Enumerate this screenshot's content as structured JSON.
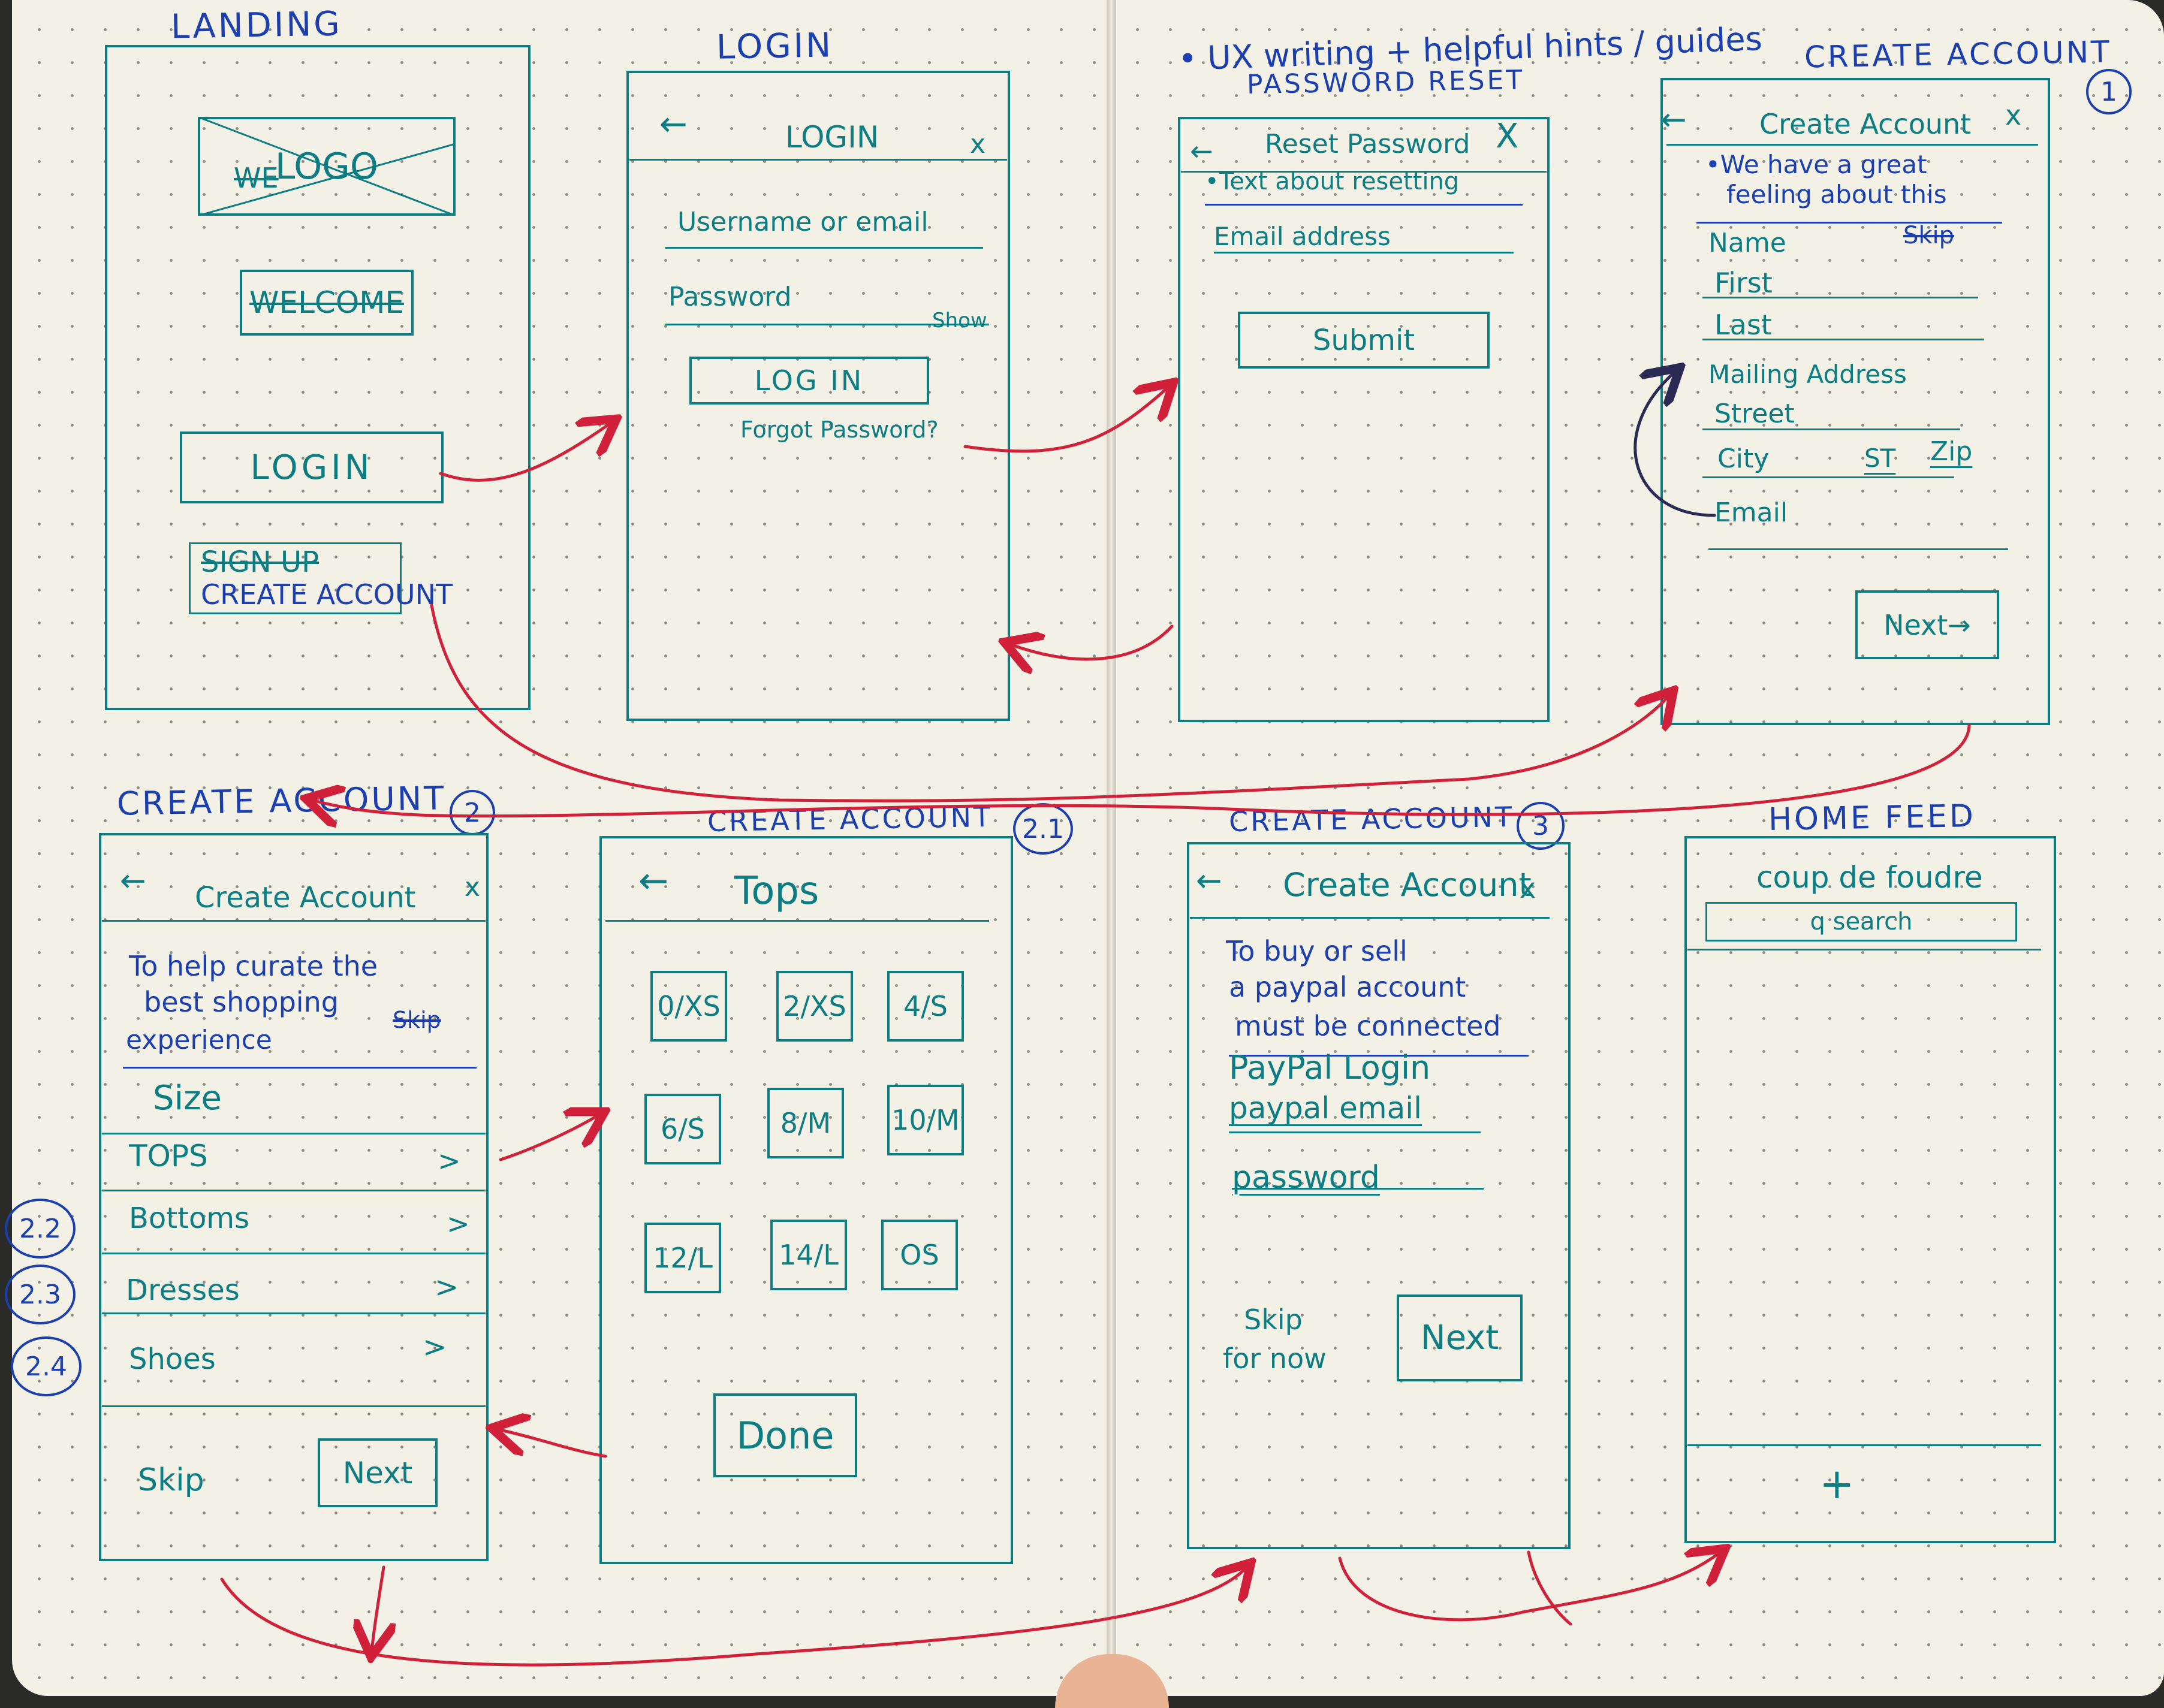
{
  "top_note": "• UX writing + helpful hints / guides",
  "titles": {
    "landing": "LANDING",
    "login": "LOGIN",
    "password_reset": "PASSWORD RESET",
    "create_account_1": "CREATE ACCOUNT",
    "create_account_1_num": "1",
    "create_account_2": "CREATE ACCOUNT",
    "create_account_2_num": "2",
    "create_account_2_1": "CREATE ACCOUNT",
    "create_account_2_1_num": "2.1",
    "create_account_3": "CREATE ACCOUNT",
    "create_account_3_num": "3",
    "home_feed": "HOME FEED"
  },
  "landing": {
    "logo": "LOGO",
    "logo_struck": "WE",
    "welcome": "WELCOME",
    "login_button": "LOGIN",
    "signup_struck": "SIGN UP",
    "create_account": "CREATE ACCOUNT"
  },
  "login": {
    "back": "←",
    "header": "LOGIN",
    "close": "x",
    "username": "Username or email",
    "password": "Password",
    "show": "Show",
    "login_button": "LOG IN",
    "forgot": "Forgot Password?"
  },
  "reset": {
    "back": "←",
    "header": "Reset Password",
    "close": "X",
    "note": "•Text about resetting",
    "email": "Email address",
    "submit": "Submit"
  },
  "create1": {
    "back": "←",
    "header": "Create Account",
    "close": "x",
    "note_line1": "•We have a great",
    "note_line2": "feeling about this",
    "name": "Name",
    "skip_struck": "Skip",
    "first": "First",
    "last": "Last",
    "mailing": "Mailing Address",
    "street": "Street",
    "city": "City",
    "state": "ST",
    "zip": "Zip",
    "email": "Email",
    "next": "Next→"
  },
  "create2": {
    "back": "←",
    "header": "Create Account",
    "close": "x",
    "note_line1": "To help curate the",
    "note_line2": "best shopping",
    "note_line3": "experience",
    "skip_struck": "Skip",
    "size": "Size",
    "items": [
      {
        "label": "TOPS",
        "chevron": ">",
        "tag": ""
      },
      {
        "label": "Bottoms",
        "chevron": ">",
        "tag": "2.2"
      },
      {
        "label": "Dresses",
        "chevron": ">",
        "tag": "2.3"
      },
      {
        "label": "Shoes",
        "chevron": ">",
        "tag": "2.4"
      }
    ],
    "skip": "Skip",
    "next": "Next"
  },
  "create21": {
    "back": "←",
    "header": "Tops",
    "sizes": [
      "0/XS",
      "2/XS",
      "4/S",
      "6/S",
      "8/M",
      "10/M",
      "12/L",
      "14/L",
      "OS"
    ],
    "done": "Done"
  },
  "create3": {
    "back": "←",
    "header": "Create Account",
    "close": "x",
    "note_line1": "To buy or sell",
    "note_line2": "a paypal account",
    "note_line3": "must be connected",
    "paypal_login": "PayPal Login",
    "paypal_email": "paypal email",
    "password": "password",
    "skip_line1": "Skip",
    "skip_line2": "for now",
    "next": "Next"
  },
  "home": {
    "header": "coup de foudre",
    "search": "q search",
    "plus": "+"
  },
  "colors": {
    "paper": "#f3f0e6",
    "teal_ink": "#0c7d83",
    "blue_ink": "#1b3fb0",
    "red_ink": "#d0203a"
  }
}
